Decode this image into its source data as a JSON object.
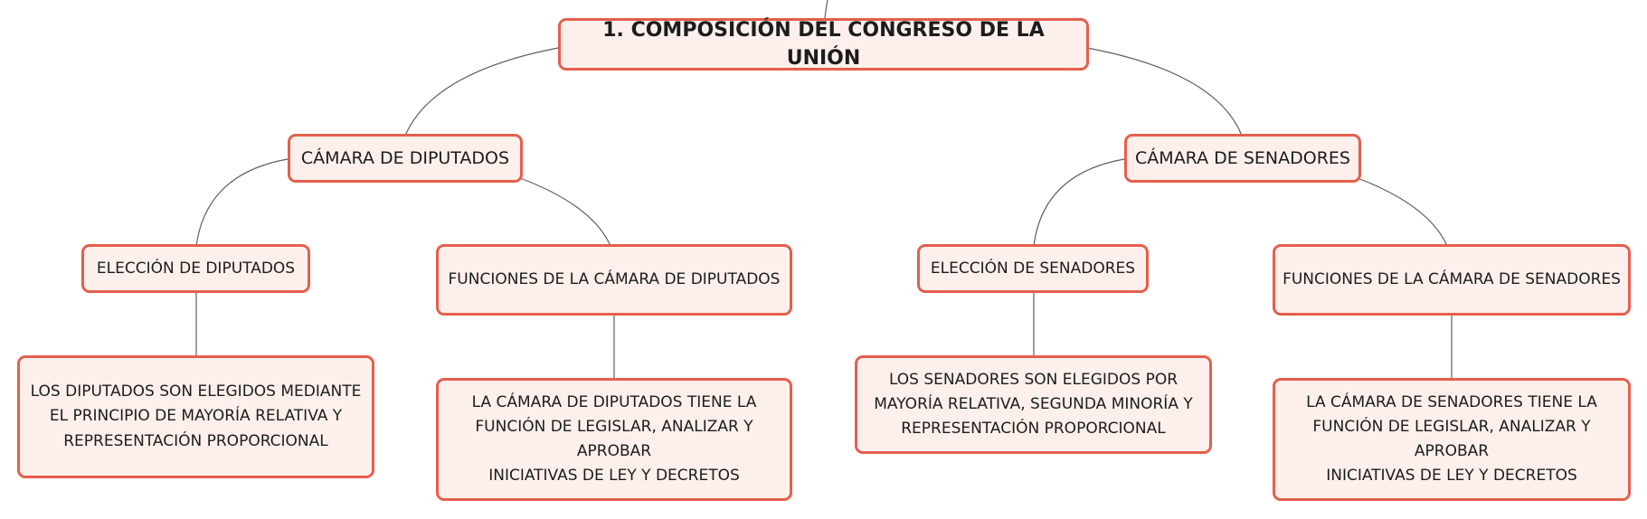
{
  "colors": {
    "node_border": "#e55f4b",
    "node_fill": "#fdf0ec",
    "connector": "#5f5f5f"
  },
  "root": {
    "label": "1. COMPOSICIÓN DEL CONGRESO DE LA UNIÓN"
  },
  "diputados": {
    "label": "CÁMARA DE DIPUTADOS",
    "eleccion": {
      "label": "ELECCIÓN DE DIPUTADOS",
      "detail_lines": [
        "LOS DIPUTADOS SON ELEGIDOS MEDIANTE",
        "EL PRINCIPIO DE MAYORÍA RELATIVA Y",
        "REPRESENTACIÓN PROPORCIONAL"
      ]
    },
    "funciones": {
      "label": "FUNCIONES DE LA CÁMARA DE DIPUTADOS",
      "detail_lines": [
        "LA CÁMARA DE DIPUTADOS TIENE LA",
        "FUNCIÓN DE LEGISLAR, ANALIZAR Y APROBAR",
        "INICIATIVAS DE LEY Y DECRETOS"
      ]
    }
  },
  "senadores": {
    "label": "CÁMARA DE SENADORES",
    "eleccion": {
      "label": "ELECCIÓN DE SENADORES",
      "detail_lines": [
        "LOS SENADORES SON ELEGIDOS POR",
        "MAYORÍA RELATIVA, SEGUNDA MINORÍA Y",
        "REPRESENTACIÓN PROPORCIONAL"
      ]
    },
    "funciones": {
      "label": "FUNCIONES DE LA CÁMARA DE SENADORES",
      "detail_lines": [
        "LA CÁMARA DE SENADORES TIENE LA",
        "FUNCIÓN DE LEGISLAR, ANALIZAR Y APROBAR",
        "INICIATIVAS DE LEY Y DECRETOS"
      ]
    }
  }
}
